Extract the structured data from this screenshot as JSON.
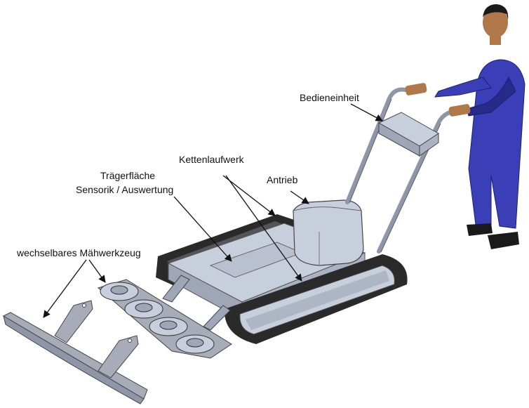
{
  "labels": {
    "bedieneinheit": "Bedieneinheit",
    "kettenlaufwerk": "Kettenlaufwerk",
    "traegerflaeche": "Trägerfläche",
    "sensorik": "Sensorik / Auswertung",
    "antrieb": "Antrieb",
    "maehwerkzeug": "wechselbares Mähwerkzeug"
  },
  "colors": {
    "track": "#2a2a2a",
    "body": "#c8cfdc",
    "body_dark": "#9ea6b8",
    "suit": "#3a3fb8",
    "suit_dark": "#262a88",
    "skin": "#b07848",
    "blade": "#a8acb8"
  }
}
